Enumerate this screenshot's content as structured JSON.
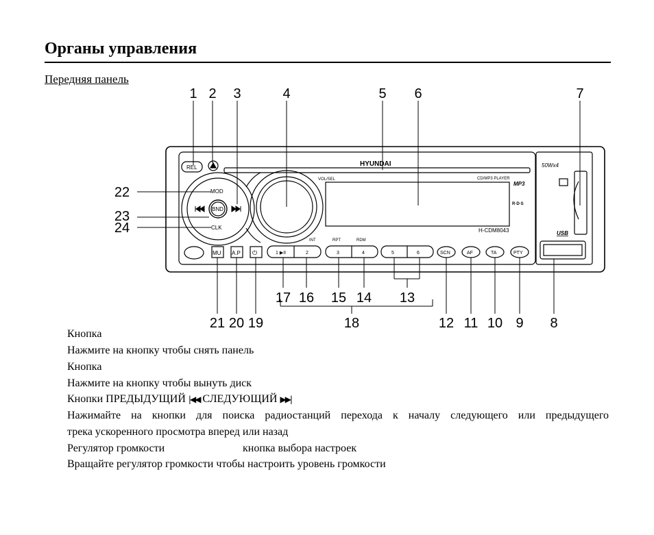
{
  "page": {
    "title": "Органы управления",
    "subtitle": "Передняя панель"
  },
  "diagram": {
    "brand": "HYUNDAI",
    "model": "H-CDM8043",
    "display_caption": "CD/MP3 PLAYER",
    "power_rating": "50Wx4",
    "vol_label": "VOL/SEL",
    "logos": {
      "mp3": "MP3",
      "rds": "R·D·S",
      "usb": "USB"
    },
    "button_labels": {
      "rel": "REL",
      "mod": "MOD",
      "bnd": "BND",
      "clk": "CLK",
      "mu": "MU",
      "ap": "A.P",
      "power": "⏻",
      "preset_1": "1 ▶II",
      "preset_2": "2",
      "preset_3": "3",
      "preset_4": "4",
      "preset_5": "5",
      "preset_6": "6",
      "scn": "SCN",
      "af": "AF",
      "ta": "TA",
      "pty": "PTY",
      "int": "INT",
      "rpt": "RPT",
      "rdm": "RDM"
    },
    "callouts": [
      "1",
      "2",
      "3",
      "4",
      "5",
      "6",
      "7",
      "8",
      "9",
      "10",
      "11",
      "12",
      "13",
      "14",
      "15",
      "16",
      "17",
      "18",
      "19",
      "20",
      "21",
      "22",
      "23",
      "24"
    ]
  },
  "text": {
    "line1": "Кнопка",
    "line2": "Нажмите на кнопку чтобы снять панель",
    "line3": "Кнопка",
    "line4": "Нажмите на кнопку чтобы вынуть диск",
    "line5_a": "Кнопки ПРЕДЫДУЩИЙ",
    "line5_icon_prev": "|◀◀",
    "line5_b": "СЛЕДУЮЩИЙ",
    "line5_icon_next": "▶▶|",
    "line6": "Нажимайте на кнопки для поиска радиостанций  перехода к началу следующего или предыдущего",
    "line7": "трека  ускоренного просмотра вперед или назад",
    "line8_a": "Регулятор громкости",
    "line8_b": "кнопка выбора настроек",
    "line9": "Вращайте регулятор громкости  чтобы настроить уровень громкости"
  }
}
